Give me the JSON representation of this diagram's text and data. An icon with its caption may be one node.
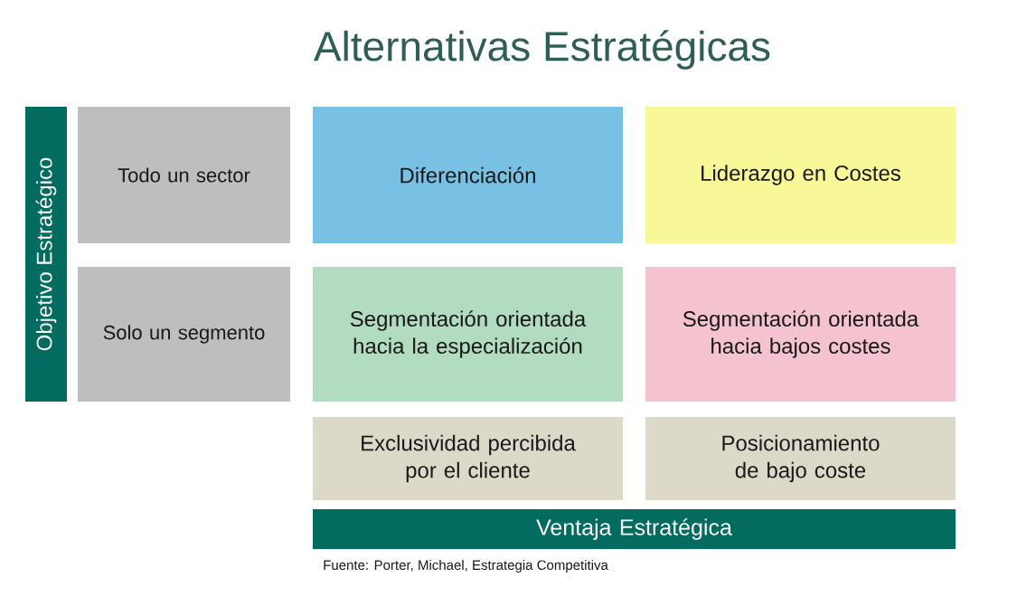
{
  "diagram": {
    "title": "Alternativas Estratégicas",
    "caption": "Fuente: Porter, Michael, Estrategia Competitiva",
    "nodes": [
      {
        "text": [
          "Objetivo Estratégico"
        ]
      },
      {
        "text": [
          "Todo un sector"
        ]
      },
      {
        "text": [
          "Diferenciación"
        ]
      },
      {
        "text": [
          "Liderazgo en Costes"
        ]
      },
      {
        "text": [
          "Solo un segmento"
        ]
      },
      {
        "text": [
          "Segmentación orientada hacia la especialización"
        ]
      },
      {
        "text": [
          "Segmentación orientada hacia bajos costes"
        ]
      },
      {
        "text": [
          "Exclusividad percibida por el cliente"
        ]
      },
      {
        "text": [
          "Posicionamiento de bajo coste"
        ]
      },
      {
        "text": [
          "Ventaja Estratégica"
        ]
      }
    ]
  }
}
